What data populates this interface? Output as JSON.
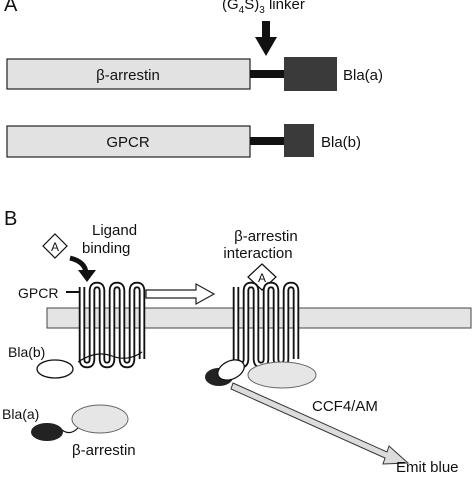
{
  "panel_a": {
    "label": "A",
    "linker_label_base": "(G",
    "linker_sub1": "4",
    "linker_mid": "S)",
    "linker_sub2": "3",
    "linker_suffix": " linker",
    "construct_1": {
      "name": "β-arrestin",
      "tag": "Bla(a)"
    },
    "construct_2": {
      "name": "GPCR",
      "tag": "Bla(b)"
    }
  },
  "panel_b": {
    "label": "B",
    "agonist_symbol": "A",
    "ligand_binding_line1": "Ligand",
    "ligand_binding_line2": "binding",
    "gpcr_label": "GPCR",
    "arrestin_interaction_line1": "β-arrestin",
    "arrestin_interaction_line2": "interaction",
    "bla_b_label": "Bla(b)",
    "bla_a_label": "Bla(a)",
    "arrestin_label": "β-arrestin",
    "substrate_label": "CCF4/AM",
    "output_label": "Emit blue"
  },
  "colors": {
    "bar_fill": "#e2e2e2",
    "bla_fill": "#3a3a3a",
    "membrane_fill": "#e4e4e4",
    "arrestin_oval": "#e6e6e6",
    "stroke": "#111111"
  }
}
